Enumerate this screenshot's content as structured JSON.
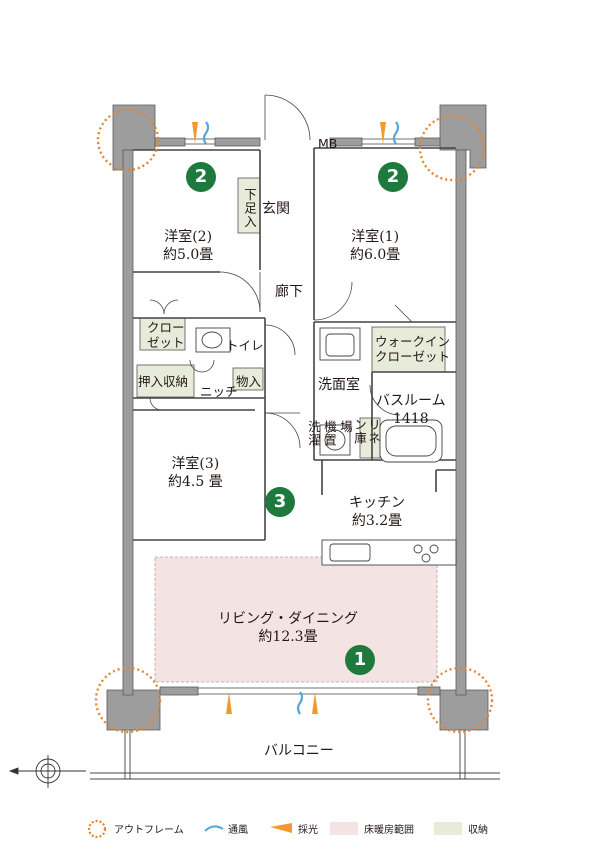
{
  "rooms": {
    "western2": {
      "name": "洋室(2)",
      "size": "約5.0畳"
    },
    "western1": {
      "name": "洋室(1)",
      "size": "約6.0畳"
    },
    "western3": {
      "name": "洋室(3)",
      "size": "約4.5 畳"
    },
    "entrance": "玄関",
    "shoe_storage": "下足入",
    "hallway": "廊下",
    "closet": "クロー ゼット",
    "closet_line1": "クロー",
    "closet_line2": "ゼット",
    "toilet": "トイレ",
    "oshiire": "押入収納",
    "niche": "ニッチ",
    "storage": "物入",
    "walkin_line1": "ウォークイン",
    "walkin_line2": "クローゼット",
    "washroom": "洗面室",
    "bathroom": {
      "name": "バスルーム",
      "size": "1418"
    },
    "washer_place": "洗濯機置場",
    "washer_a": "洗濯",
    "washer_b": "機置",
    "washer_c": "場",
    "linen": "リネン庫",
    "linen_a": "リネ",
    "linen_b": "ン庫",
    "kitchen": {
      "name": "キッチン",
      "size": "約3.2畳"
    },
    "living": {
      "name": "リビング・ダイニング",
      "size": "約12.3畳"
    },
    "balcony": "バルコニー",
    "mb": "MB"
  },
  "markers": [
    "2",
    "2",
    "3",
    "1"
  ],
  "legend": {
    "outframe": "アウトフレーム",
    "ventilation": "通風",
    "lighting": "採光",
    "floor_heating": "床暖房範囲",
    "storage": "収納"
  },
  "colors": {
    "wall": "#8e8e8e",
    "pillar": "#8e8e8e",
    "floor_heating": "#f3e3e3",
    "storage": "#e6ecd9",
    "outframe": "#e2852f",
    "ventilation": "#5aa7d6",
    "lighting": "#f29a2e",
    "marker": "#1e7a3c"
  },
  "icons": [
    "compass-icon",
    "outframe-icon",
    "ventilation-icon",
    "lighting-icon"
  ]
}
